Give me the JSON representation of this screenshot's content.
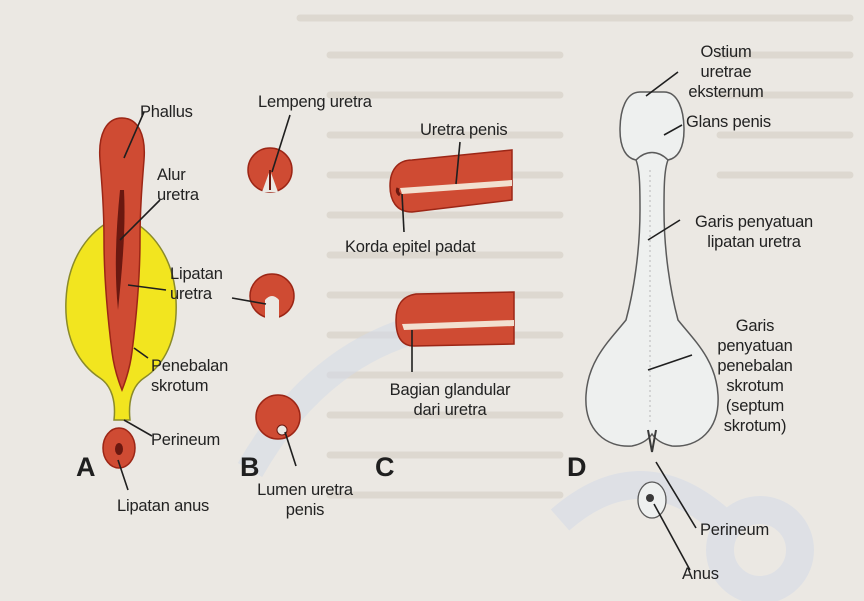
{
  "panels": {
    "a": {
      "letter": "A",
      "labels": {
        "phallus": "Phallus",
        "alur_uretra": "Alur uretra",
        "lipatan_uretra": "Lipatan uretra",
        "penebalan_skrotum": "Penebalan skrotum",
        "perineum": "Perineum",
        "lipatan_anus": "Lipatan anus"
      }
    },
    "b": {
      "letter": "B",
      "labels": {
        "lempeng_uretra": "Lempeng uretra",
        "lumen_uretra_penis": "Lumen uretra penis"
      }
    },
    "c": {
      "letter": "C",
      "labels": {
        "uretra_penis": "Uretra penis",
        "korda_epitel_padat": "Korda epitel padat",
        "bagian_glandular": "Bagian glandular dari uretra"
      }
    },
    "d": {
      "letter": "D",
      "labels": {
        "ostium_uretrae_eksternum": "Ostium uretrae eksternum",
        "glans_penis": "Glans penis",
        "garis_penyatuan_lipatan": "Garis penyatuan lipatan uretra",
        "garis_penyatuan_penebalan": "Garis penyatuan penebalan skrotum (septum skrotum)",
        "perineum": "Perineum",
        "anus": "Anus"
      }
    }
  },
  "colors": {
    "tissue_red": "#cf4b33",
    "tissue_dark": "#9c2616",
    "scrotal_yellow": "#f2e51f",
    "outline": "#3a3a3a",
    "background": "#ebe8e3"
  }
}
